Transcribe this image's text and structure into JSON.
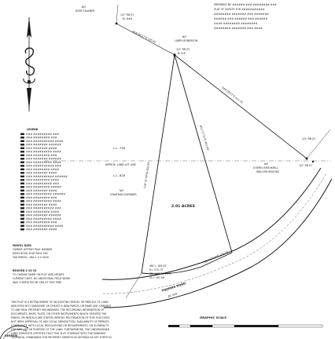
{
  "corner_marks": {
    "north": "1/2\" RB (F)",
    "north_sub": "N: ###",
    "top": "1/2\" RB (F)",
    "top_sub": "N: 6-6",
    "east_upper": "1/2\" RB (F)",
    "east_lower": "1/2\" RB (F)"
  },
  "adjoiners": {
    "nw": "N/F",
    "nw_name": "JESSE FALKNER",
    "n": "N/F",
    "n_name": "LARRY ROBERSON",
    "west_top": "N/F",
    "west_name": "JONATHAN GARDNER",
    "east": "N/F",
    "east_name": "CHERYL BROOKHILL",
    "east_name2": "WALLOW BROOKS"
  },
  "boundaries": {
    "north_line": "N58°04'27\"E 150.42'",
    "ne_line": "S49°09'27\"E 472.75'",
    "west_line": "S16°31'49\"W 450.92'",
    "inner_line": "N11°17'32\"E 452.68'",
    "south_line": "N84°17'10\"E 122.74'",
    "lot_line": "APPROX. LAND LOT LINE",
    "ll_north": "L.L. 758",
    "ll_south": "L.L. 828"
  },
  "parcel": {
    "area": "2.01 ACRES"
  },
  "curve": {
    "arc": "ARC= 189.32'",
    "radius": "R= 375.72'",
    "chord_bearing": "CB=S69°09'13\"E",
    "chord": "CL= 187.49'"
  },
  "road": {
    "name": "THOMAS ROAD",
    "row": "80' R/W"
  },
  "notes": {
    "header_lines": [
      "PREPARED BY: ###### ### ######## ###",
      "PLAT OF SURVEY FOR ###########",
      "######## ####### ### #######",
      "###### ### ###### ### ######",
      "#### ######## ########",
      "######## ####### ### ####"
    ],
    "legend_title": "LEGEND",
    "legend_items": [
      "###  ######### ###",
      "###  ######## ###",
      "###  ########## ####",
      "###  ####### ######",
      "###  ####### ####",
      "###  ######### ####",
      "###  ######## ###",
      "###  ####### ######",
      "###  ######### ####",
      "###  ########## ###",
      "###  ######## ####",
      "###  ####### ####",
      "###  ########## ######",
      "###  ######## ####",
      "###  ######### ###",
      "###  ######## #####",
      "###  ####### ####",
      "###  ######### ######",
      "###  ######## ###",
      "###  ######### ####",
      "###  ####### ####",
      "###  ########## ###",
      "###  ######## ####",
      "###  ####### ######",
      "###  ######### ####",
      "###  ######## ###",
      "###  ########## ####",
      "###  ####### ####"
    ],
    "parcel_data_title": "PARCEL DATA",
    "parcel_data": [
      "OWNER: JEFFREY PAUL BARBER",
      "DEED BOOK 4218 PAGE 563",
      "TAX PARCEL: 18A-1-2-4 0016"
    ],
    "revisions_title": "REVISED 2-13-15",
    "revisions": [
      "TO CHANGE NAME ON PLAT AND UPDATE",
      "CURRENT DATE. NO ADDITIONAL FIELD WORK",
      "WAS COMPLETED BY CRA AT THIS TIME"
    ],
    "body": [
      "THIS PLAT IS A RETRACEMENT OF AN EXISTING PARCEL OR PARCELS OF LAND",
      "AND DOES NOT SUBDIVIDE OR CREATE A NEW PARCEL OR MAKE ANY CHANGES",
      "TO ANY REAL PROPERTY BOUNDARIES. THE RECORDING INFORMATION OF",
      "DOCUMENTS, MAPS, PLATS, OR OTHER INSTRUMENTS WHICH CREATED THE",
      "PARCEL OR PARCELS ARE STATED HEREON. RECORDATION OF THIS PLAT DOES",
      "NOT IMPLY APPROVAL OF ANY LOCAL JURISDICTION, AVAILABILITY OF PERMITS,",
      "COMPLIANCE WITH LOCAL REGULATIONS OR REQUIREMENTS, OR SUITABILITY",
      "FOR ANY USE OR PURPOSE OF THE LAND. FURTHERMORE, THE UNDERSIGNED",
      "LAND SURVEYOR CERTIFIES THAT THIS PLAT COMPLIES WITH THE MINIMUM",
      "TECHNICAL STANDARDS FOR PROPERTY SURVEYS IN GEORGIA AS SET FORTH IN"
    ]
  },
  "scale": {
    "title": "GRAPHIC SCALE"
  },
  "seal": {
    "text": "GEORGIA"
  },
  "colors": {
    "ink": "#1a1a1a",
    "paper": "#ffffff"
  }
}
